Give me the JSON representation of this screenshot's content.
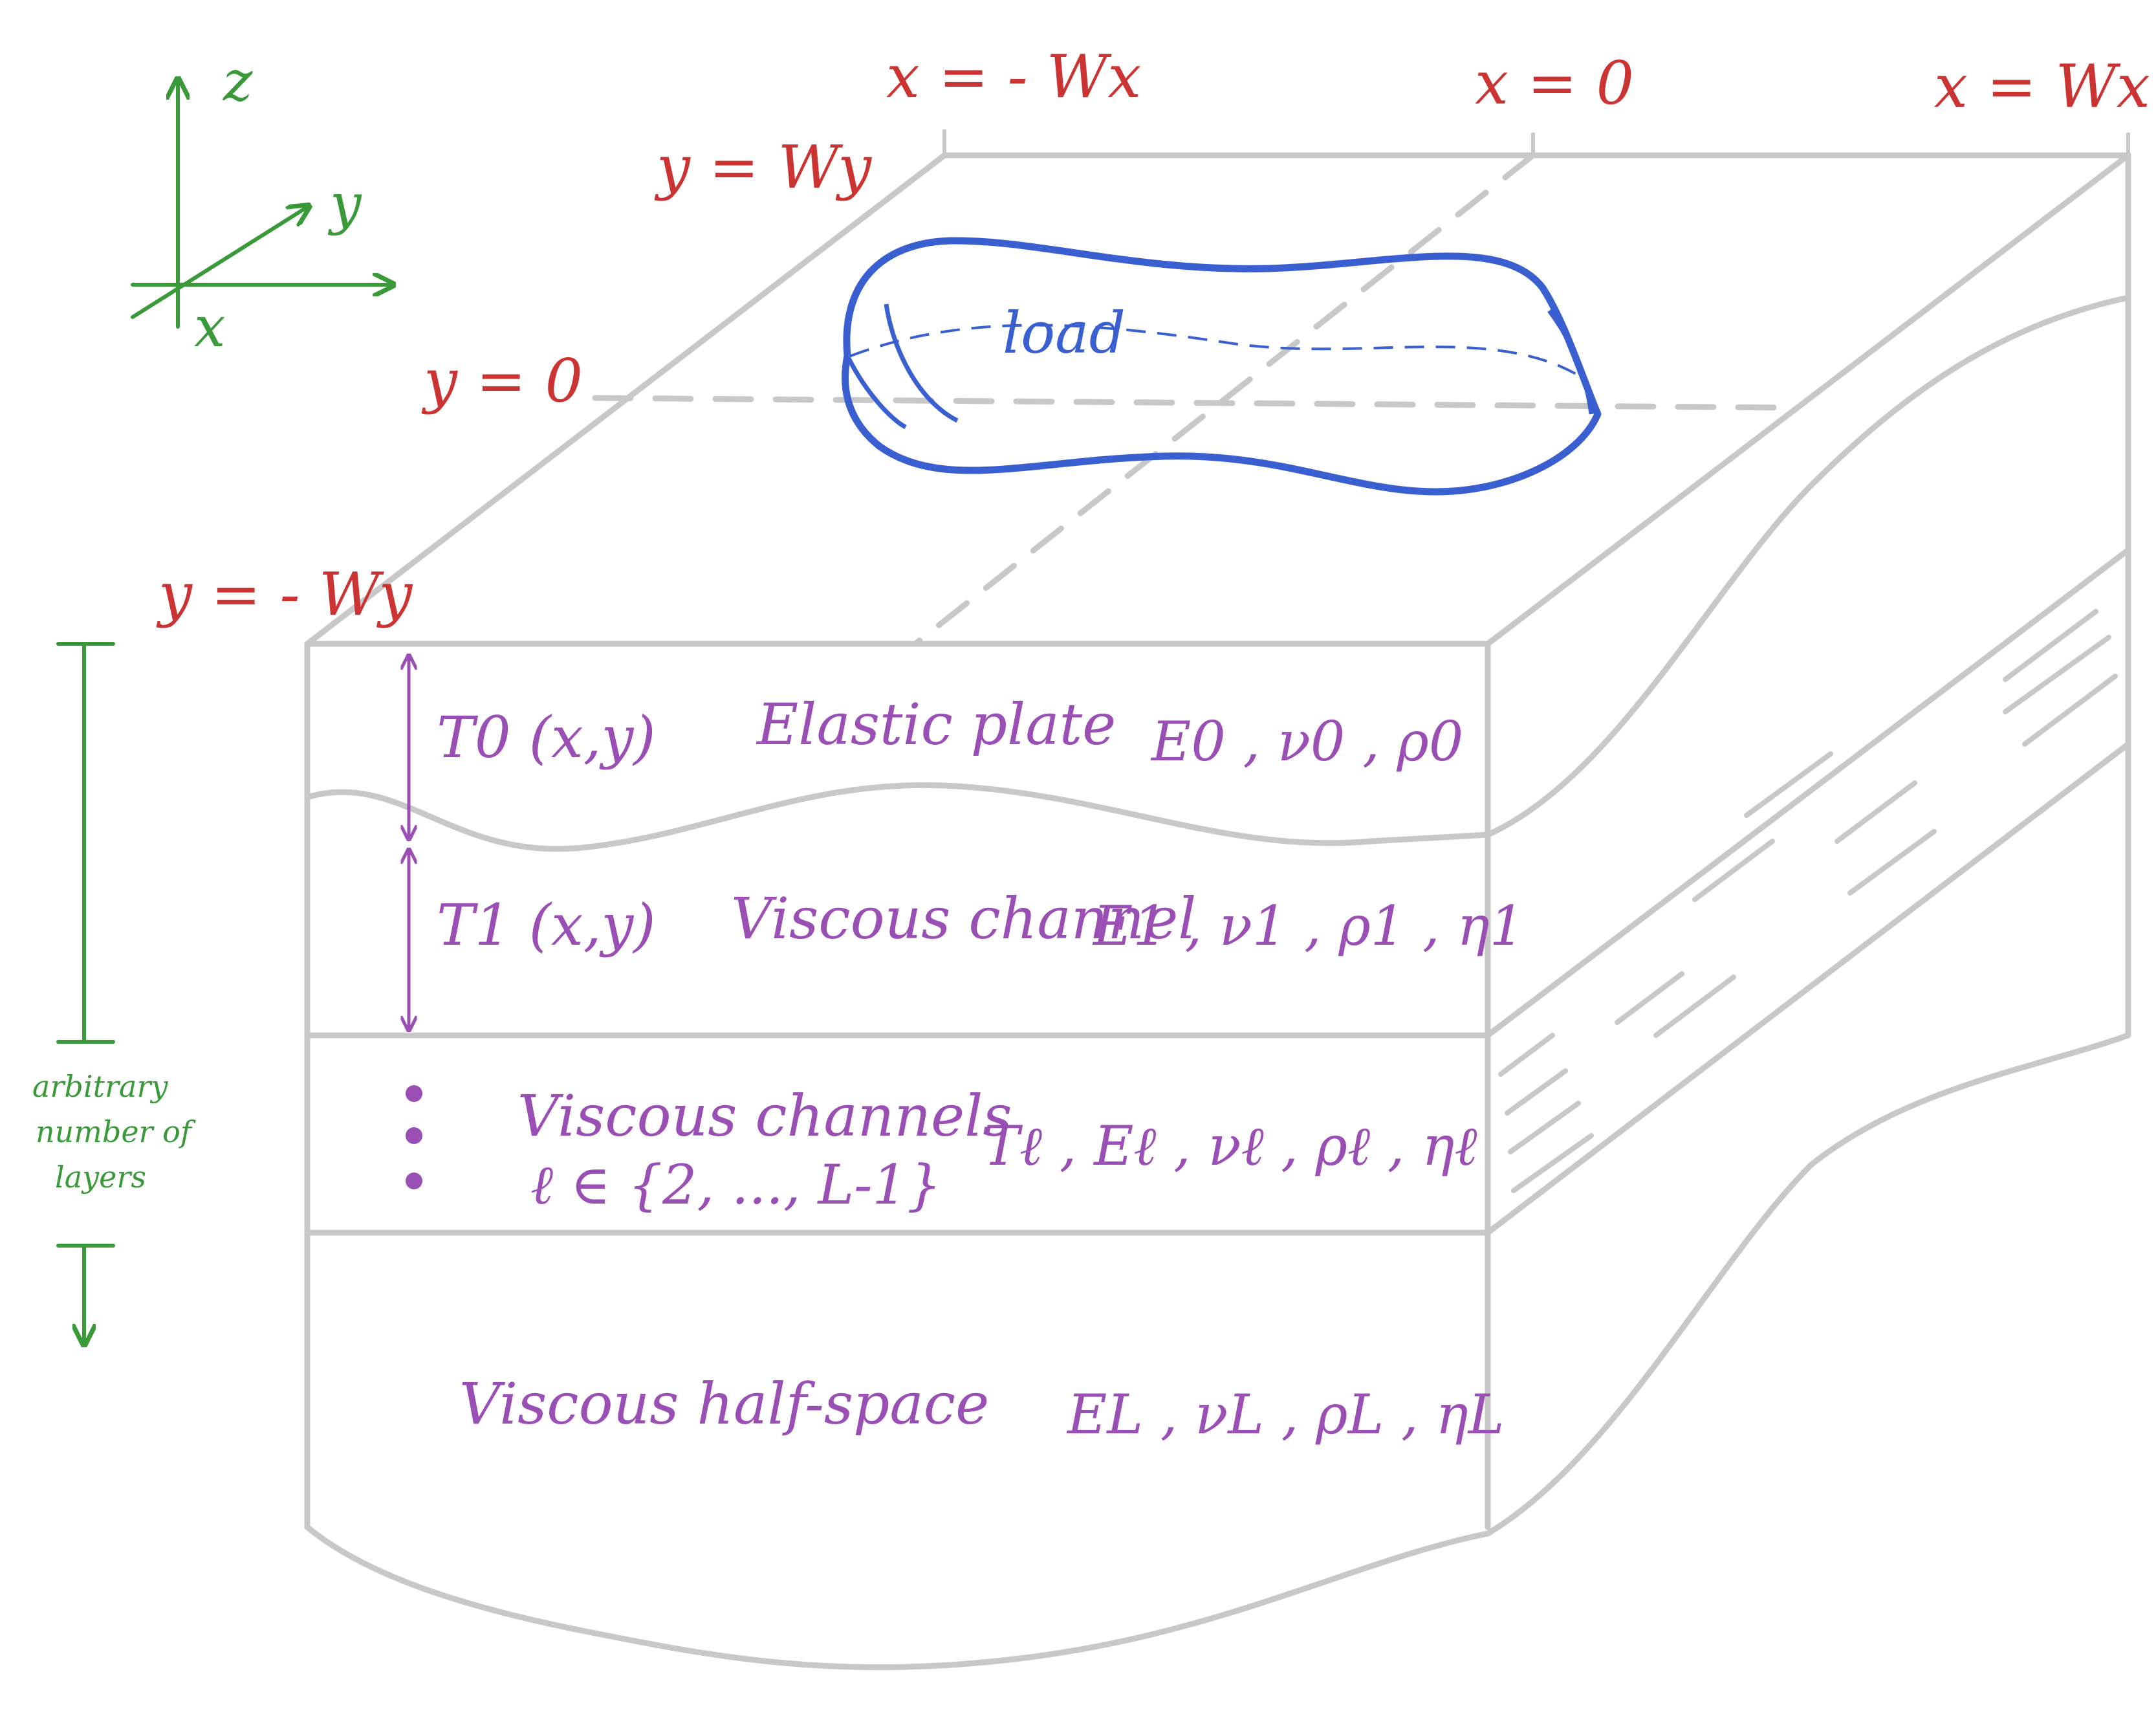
{
  "colors": {
    "box_lines": "#c8c8c8",
    "axes": "#3a9a3a",
    "coordinates": "#cc3333",
    "load": "#3a5fd0",
    "layers": "#9a4fb5"
  },
  "axes": {
    "z_label": "z",
    "y_label": "y",
    "x_label": "x"
  },
  "coordinates": {
    "x_neg": "x = - Wx",
    "x_zero": "x = 0",
    "x_pos": "x = Wx",
    "y_pos": "y = Wy",
    "y_zero": "y = 0",
    "y_neg": "y = - Wy"
  },
  "load_label": "load",
  "layers": [
    {
      "thickness": "T0 (x,y)",
      "name": "Elastic plate",
      "params": "E0 , ν0 , ρ0"
    },
    {
      "thickness": "T1 (x,y)",
      "name": "Viscous channel",
      "params": "E1 , ν1 , ρ1 , η1"
    },
    {
      "name": "Viscous channels",
      "index": "ℓ ∈ {2, ..., L-1}",
      "params": "Tℓ , Eℓ , νℓ , ρℓ , ηℓ"
    },
    {
      "name": "Viscous half-space",
      "params": "EL , νL , ρL , ηL"
    }
  ],
  "side_note": {
    "line1": "arbitrary",
    "line2": "number of",
    "line3": "layers"
  }
}
